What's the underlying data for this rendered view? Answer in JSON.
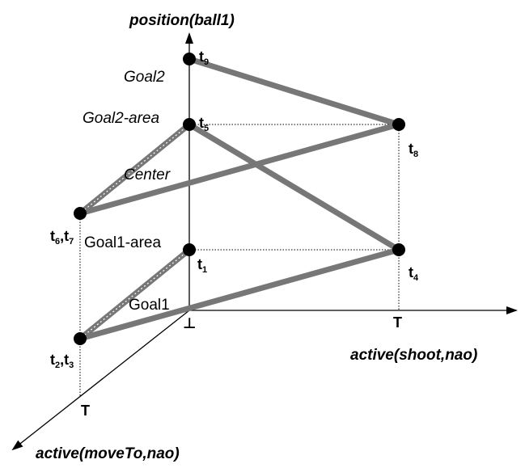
{
  "axes": {
    "vertical": "position(ball1)",
    "horizontal": "active(shoot,nao)",
    "depth": "active(moveTo,nao)"
  },
  "regions": {
    "goal2": "Goal2",
    "goal2_area": "Goal2-area",
    "center": "Center",
    "goal1_area": "Goal1-area",
    "goal1": "Goal1"
  },
  "values": {
    "bottom": "⊥",
    "top_shoot": "T",
    "top_move": "T"
  },
  "time_labels": {
    "t1": {
      "main": "t",
      "sub": "1"
    },
    "t4": {
      "main": "t",
      "sub": "4"
    },
    "t5": {
      "main": "t",
      "sub": "5"
    },
    "t8": {
      "main": "t",
      "sub": "8"
    },
    "t9": {
      "main": "t",
      "sub": "9"
    },
    "t23": {
      "main": "t",
      "sub1": "2",
      "sep": ",t",
      "sub2": "3"
    },
    "t67": {
      "main": "t",
      "sub1": "6",
      "sep": ",t",
      "sub2": "7"
    }
  },
  "colors": {
    "trajectory": "#777777",
    "axis": "#000000",
    "node": "#000000"
  }
}
